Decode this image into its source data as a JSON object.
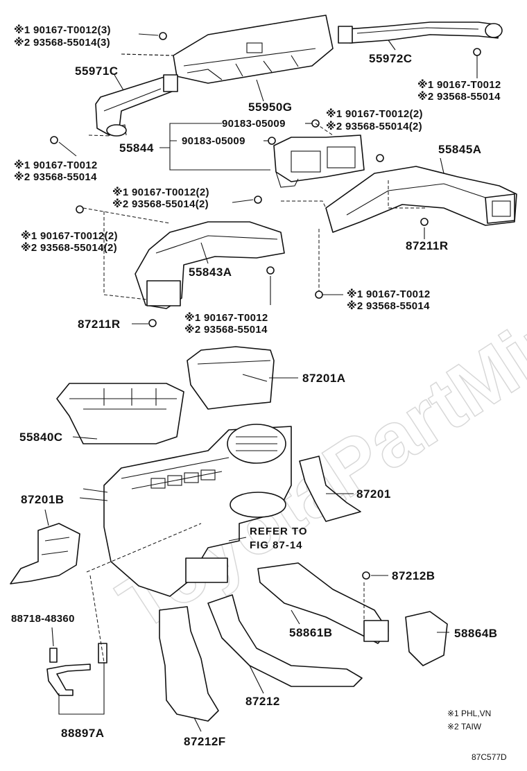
{
  "watermark": "ToyotaPartMine.ru",
  "diagram_code": "87C577D",
  "legend": [
    {
      "mark": "※1",
      "text": "PHL,VN"
    },
    {
      "mark": "※2",
      "text": "TAIW"
    }
  ],
  "reference": {
    "line1": "REFER TO",
    "line2": "FIG 87-14"
  },
  "labels": {
    "p55971C": "55971C",
    "p55972C": "55972C",
    "p55950G": "55950G",
    "p55844": "55844",
    "p55845A": "55845A",
    "p55843A": "55843A",
    "p87211R_a": "87211R",
    "p87211R_b": "87211R",
    "p87201A": "87201A",
    "p55840C": "55840C",
    "p87201": "87201",
    "p87201B": "87201B",
    "p87212B": "87212B",
    "p58864B": "58864B",
    "p58861B": "58861B",
    "p88718": "88718-48360",
    "p87212": "87212",
    "p88897A": "88897A",
    "p87212F": "87212F",
    "p90183_a": "90183-05009",
    "p90183_b": "90183-05009"
  },
  "screw_notes": {
    "top_left": {
      "n1": "※1 90167-T0012(3)",
      "n2": "※2 93568-55014(3)"
    },
    "top_right": {
      "n1": "※1 90167-T0012",
      "n2": "※2 93568-55014"
    },
    "mid_right": {
      "n1": "※1 90167-T0012(2)",
      "n2": "※2 93568-55014(2)"
    },
    "left_a": {
      "n1": "※1 90167-T0012",
      "n2": "※2 93568-55014"
    },
    "center": {
      "n1": "※1 90167-T0012(2)",
      "n2": "※2 93568-55014(2)"
    },
    "left_b": {
      "n1": "※1 90167-T0012(2)",
      "n2": "※2 93568-55014(2)"
    },
    "right_low": {
      "n1": "※1 90167-T0012",
      "n2": "※2 93568-55014"
    },
    "bottom_mid": {
      "n1": "※1 90167-T0012",
      "n2": "※2 93568-55014"
    }
  }
}
